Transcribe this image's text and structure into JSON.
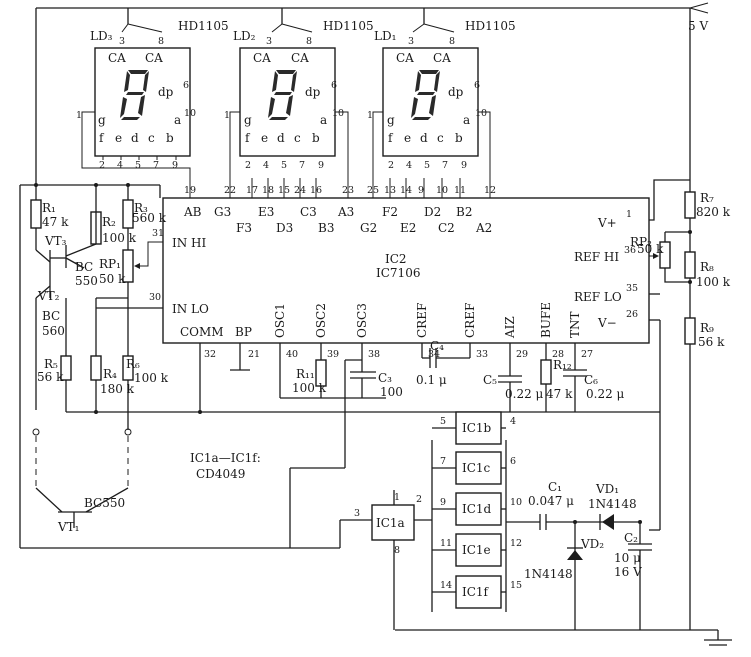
{
  "supply": "5 V",
  "displays": [
    {
      "ref": "LD₃",
      "part": "HD1105",
      "ca1": "CA",
      "ca2": "CA",
      "dp": "dp",
      "pins_top": [
        "3",
        "8"
      ],
      "pin_right_upper": "6",
      "pin_right_lower": "10",
      "pin_left": "1",
      "seg_g": "g",
      "seg_a": "a",
      "bottom_letters": [
        "f",
        "e",
        "d",
        "c",
        "b"
      ],
      "bottom_pins": [
        "2",
        "4",
        "5",
        "7",
        "9"
      ]
    },
    {
      "ref": "LD₂",
      "part": "HD1105",
      "ca1": "CA",
      "ca2": "CA",
      "dp": "dp",
      "pins_top": [
        "3",
        "8"
      ],
      "pin_right_upper": "6",
      "pin_right_lower": "10",
      "pin_left": "1",
      "seg_g": "g",
      "seg_a": "a",
      "bottom_letters": [
        "f",
        "e",
        "d",
        "c",
        "b"
      ],
      "bottom_pins": [
        "2",
        "4",
        "5",
        "7",
        "9"
      ]
    },
    {
      "ref": "LD₁",
      "part": "HD1105",
      "ca1": "CA",
      "ca2": "CA",
      "dp": "dp",
      "pins_top": [
        "3",
        "8"
      ],
      "pin_right_upper": "6",
      "pin_right_lower": "10",
      "pin_left": "1",
      "seg_g": "g",
      "seg_a": "a",
      "bottom_letters": [
        "f",
        "e",
        "d",
        "c",
        "b"
      ],
      "bottom_pins": [
        "2",
        "4",
        "5",
        "7",
        "9"
      ]
    }
  ],
  "ic2": {
    "name": "IC2",
    "part": "IC7106",
    "top_pins": [
      "19",
      "22",
      "17",
      "18",
      "15",
      "24",
      "16",
      "23",
      "25",
      "13",
      "14",
      "9",
      "10",
      "11",
      "12"
    ],
    "top_labels_row1": [
      "AB",
      "G3",
      "E3",
      "C3",
      "A3",
      "F2",
      "D2",
      "B2"
    ],
    "top_labels_row2": [
      "F3",
      "D3",
      "B3",
      "G2",
      "E2",
      "C2",
      "A2"
    ],
    "left": {
      "in_hi": "IN  HI",
      "in_hi_pin": "31",
      "in_lo": "IN  LO",
      "in_lo_pin": "30",
      "comm": "COMM",
      "comm_pin": "32"
    },
    "bp": "BP",
    "bp_pin": "21",
    "bottom": [
      {
        "label": "OSC1",
        "pin": "40"
      },
      {
        "label": "OSC2",
        "pin": "39"
      },
      {
        "label": "OSC3",
        "pin": "38"
      },
      {
        "label": "CREF",
        "pin": "34"
      },
      {
        "label": "CREF",
        "pin": "33"
      },
      {
        "label": "AIZ",
        "pin": "29"
      },
      {
        "label": "BUFE",
        "pin": "28"
      },
      {
        "label": "TNT",
        "pin": "27"
      }
    ],
    "right": {
      "vplus": "V+",
      "vplus_pin": "1",
      "ref_hi": "REF HI",
      "ref_hi_pin": "36",
      "ref_lo": "REF LO",
      "ref_lo_pin": "35",
      "vminus": "V−",
      "vminus_pin": "26"
    }
  },
  "components": {
    "R1": {
      "ref": "R₁",
      "value": "47 k"
    },
    "R2": {
      "ref": "R₂",
      "value": "100 k"
    },
    "R3": {
      "ref": "R₃",
      "value": "560 k"
    },
    "R4": {
      "ref": "R₄",
      "value": "180 k"
    },
    "R5": {
      "ref": "R₅",
      "value": "56 k"
    },
    "R6": {
      "ref": "R₆",
      "value": "100 k"
    },
    "R7": {
      "ref": "R₇",
      "value": "820 k"
    },
    "R8": {
      "ref": "R₈",
      "value": "100 k"
    },
    "R9": {
      "ref": "R₉",
      "value": "56 k"
    },
    "R11": {
      "ref": "R₁₁",
      "value": "100 k"
    },
    "R12": {
      "ref": "R₁₂",
      "value": "47 k"
    },
    "RP1": {
      "ref": "RP₁",
      "value": "50 k"
    },
    "RP2": {
      "ref": "RP₂",
      "value": "50 k"
    },
    "VT1": {
      "ref": "VT₁",
      "part": "BC550"
    },
    "VT2": {
      "ref": "VT₂",
      "part": "BC",
      "part2": "560"
    },
    "VT3": {
      "ref": "VT₃",
      "part": "BC",
      "part2": "550"
    },
    "C1": {
      "ref": "C₁",
      "value": "0.047 μ"
    },
    "C2": {
      "ref": "C₂",
      "value": "10 μ",
      "voltage": "16 V"
    },
    "C3": {
      "ref": "C₃",
      "value": "100"
    },
    "C4": {
      "ref": "C₄",
      "value": "0.1 μ"
    },
    "C5": {
      "ref": "C₅",
      "value": "0.22 μ"
    },
    "C6": {
      "ref": "C₆",
      "value": "0.22 μ"
    },
    "VD1": {
      "ref": "VD₁",
      "part": "1N4148"
    },
    "VD2": {
      "ref": "VD₂",
      "part": "1N4148"
    }
  },
  "inverters": {
    "note1": "IC1a—IC1f:",
    "note2": "CD4049",
    "gates": [
      {
        "name": "IC1a",
        "in_pin": "3",
        "out_pin": "2",
        "vdd_pin": "1",
        "vss_pin": "8"
      },
      {
        "name": "IC1b",
        "in_pin": "5",
        "out_pin": "4"
      },
      {
        "name": "IC1c",
        "in_pin": "7",
        "out_pin": "6"
      },
      {
        "name": "IC1d",
        "in_pin": "9",
        "out_pin": "10"
      },
      {
        "name": "IC1e",
        "in_pin": "11",
        "out_pin": "12"
      },
      {
        "name": "IC1f",
        "in_pin": "14",
        "out_pin": "15"
      }
    ]
  }
}
